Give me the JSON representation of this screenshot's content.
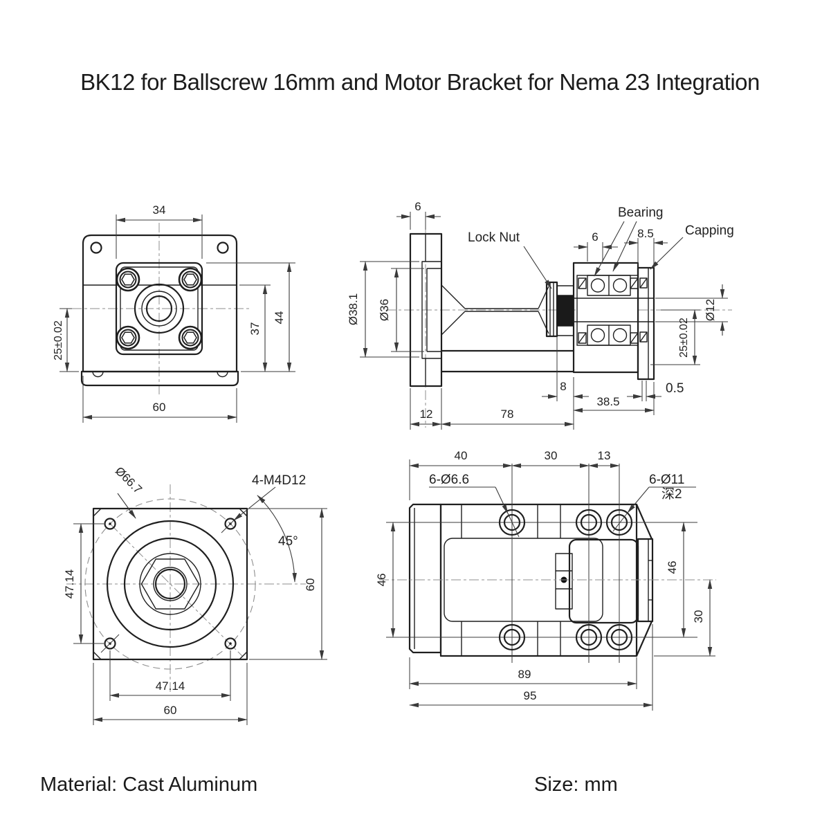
{
  "title": "BK12 for Ballscrew 16mm and Motor Bracket for Nema 23 Integration",
  "footer": {
    "material": "Material: Cast Aluminum",
    "size": "Size: mm"
  },
  "views": {
    "front": {
      "flange_width": "34",
      "overall_height": "44",
      "boss_height": "37",
      "center_height": "25±0.02",
      "base_width": "60"
    },
    "side": {
      "plate_thickness": "6",
      "lock_nut_label": "Lock Nut",
      "bearing_label": "Bearing",
      "capping_label": "Capping",
      "bearing_width": "6",
      "capping_width": "8.5",
      "flange_dia": "Ø38.1",
      "pilot_dia": "Ø36",
      "shaft_dia": "Ø12",
      "center_height": "25±0.02",
      "thread_length": "8",
      "head_length": "38.5",
      "capping_offset": "0.5",
      "flange_length": "12",
      "body_length": "78"
    },
    "motor_face": {
      "bolt_circle_dia": "Ø66.7",
      "tapped_holes": "4-M4D12",
      "hole_angle": "45°",
      "hole_pitch_v": "47.14",
      "side_height": "60",
      "hole_pitch_h": "47.14",
      "base_width": "60"
    },
    "top": {
      "len_left": "40",
      "len_mid": "30",
      "len_right": "13",
      "through_holes": "6-Ø6.6",
      "counterbore_holes": "6-Ø11",
      "counterbore_depth": "深2",
      "width_left": "46",
      "width_right": "46",
      "half_width": "30",
      "body_length": "89",
      "overall_length": "95"
    }
  }
}
